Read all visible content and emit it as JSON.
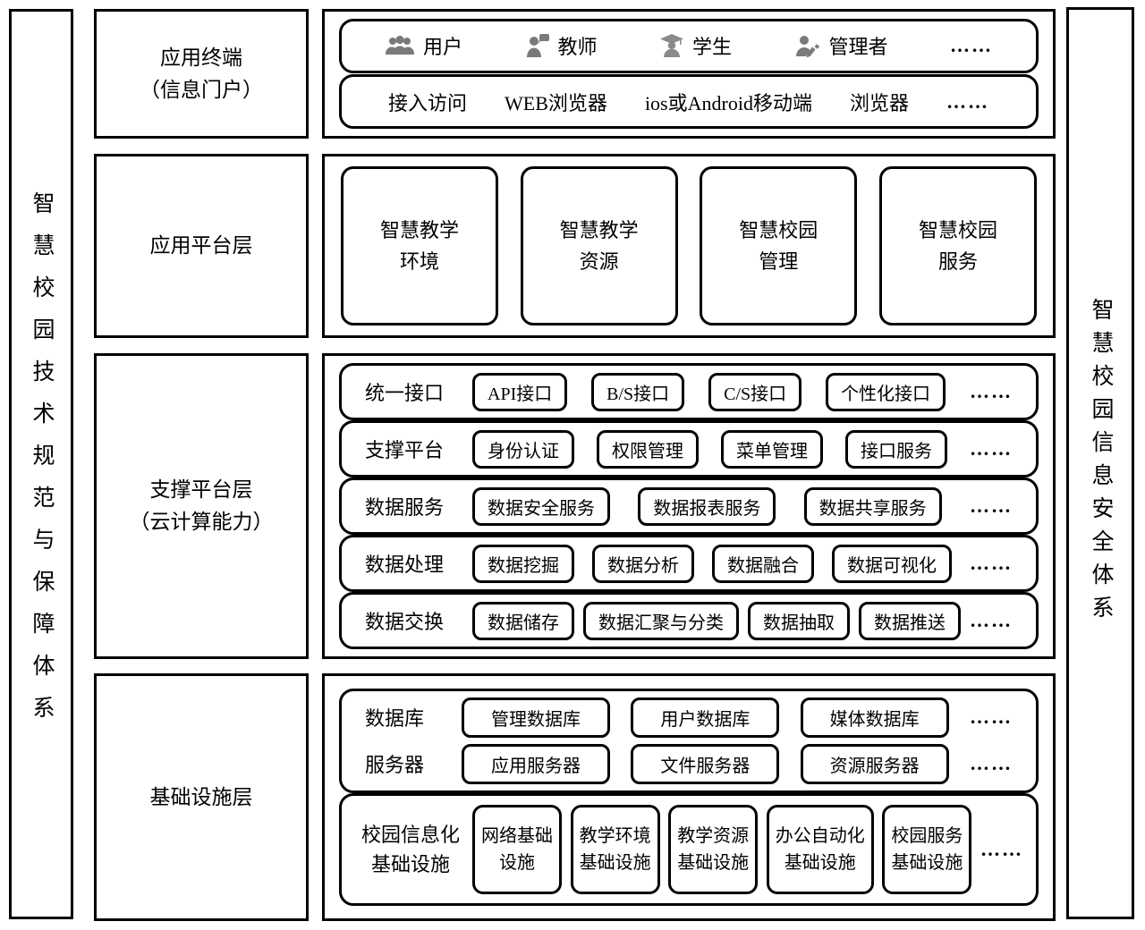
{
  "colors": {
    "border": "#000000",
    "background": "#ffffff",
    "icon_gray": "#7a7a7a"
  },
  "left_bar": {
    "text": "智慧校园技术规范与保障体系"
  },
  "right_bar": {
    "text": "智慧校园信息安全体系"
  },
  "terminal": {
    "label_line1": "应用终端",
    "label_line2": "（信息门户）",
    "users_row": {
      "items": [
        {
          "icon": "users-icon",
          "label": "用户"
        },
        {
          "icon": "teacher-icon",
          "label": "教师"
        },
        {
          "icon": "student-icon",
          "label": "学生"
        },
        {
          "icon": "admin-icon",
          "label": "管理者"
        }
      ],
      "ellipsis": "……"
    },
    "access_row": {
      "items": [
        "接入访问",
        "WEB浏览器",
        "ios或Android移动端",
        "浏览器"
      ],
      "ellipsis": "……"
    }
  },
  "platform": {
    "label": "应用平台层",
    "boxes": [
      {
        "line1": "智慧教学",
        "line2": "环境"
      },
      {
        "line1": "智慧教学",
        "line2": "资源"
      },
      {
        "line1": "智慧校园",
        "line2": "管理"
      },
      {
        "line1": "智慧校园",
        "line2": "服务"
      }
    ]
  },
  "support": {
    "label_line1": "支撑平台层",
    "label_line2": "（云计算能力）",
    "rows": [
      {
        "label": "统一接口",
        "boxes": [
          "API接口",
          "B/S接口",
          "C/S接口",
          "个性化接口"
        ],
        "ellipsis": "……"
      },
      {
        "label": "支撑平台",
        "boxes": [
          "身份认证",
          "权限管理",
          "菜单管理",
          "接口服务"
        ],
        "ellipsis": "……"
      },
      {
        "label": "数据服务",
        "boxes": [
          "数据安全服务",
          "数据报表服务",
          "数据共享服务"
        ],
        "ellipsis": "……"
      },
      {
        "label": "数据处理",
        "boxes": [
          "数据挖掘",
          "数据分析",
          "数据融合",
          "数据可视化"
        ],
        "ellipsis": "……"
      },
      {
        "label": "数据交换",
        "boxes": [
          "数据储存",
          "数据汇聚与分类",
          "数据抽取",
          "数据推送"
        ],
        "ellipsis": "……"
      }
    ]
  },
  "infrastructure": {
    "label": "基础设施层",
    "db_server_rows": [
      {
        "label": "数据库",
        "boxes": [
          "管理数据库",
          "用户数据库",
          "媒体数据库"
        ],
        "ellipsis": "……"
      },
      {
        "label": "服务器",
        "boxes": [
          "应用服务器",
          "文件服务器",
          "资源服务器"
        ],
        "ellipsis": "……"
      }
    ],
    "campus": {
      "label_line1": "校园信息化",
      "label_line2": "基础设施",
      "boxes": [
        {
          "line1": "网络基础",
          "line2": "设施"
        },
        {
          "line1": "教学环境",
          "line2": "基础设施"
        },
        {
          "line1": "教学资源",
          "line2": "基础设施"
        },
        {
          "line1": "办公自动化",
          "line2": "基础设施"
        },
        {
          "line1": "校园服务",
          "line2": "基础设施"
        }
      ],
      "ellipsis": "……"
    }
  }
}
